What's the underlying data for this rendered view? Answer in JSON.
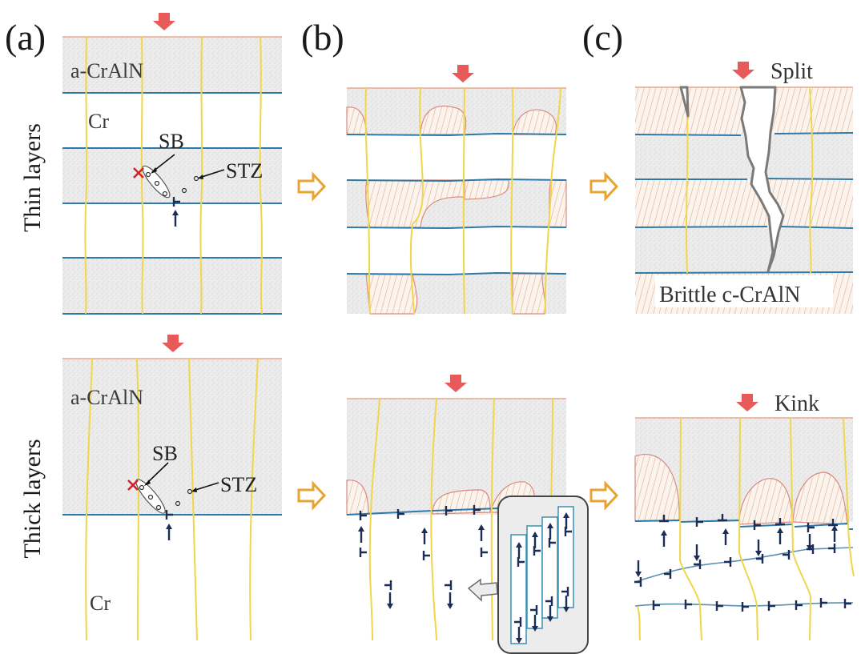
{
  "figure": {
    "panels": [
      {
        "id": "a",
        "label": "(a)"
      },
      {
        "id": "b",
        "label": "(b)"
      },
      {
        "id": "c",
        "label": "(c)"
      }
    ],
    "rows": [
      {
        "id": "thin",
        "label": "Thin layers"
      },
      {
        "id": "thick",
        "label": "Thick layers"
      }
    ],
    "materials": {
      "amorphous": "a-CrAlN",
      "metal": "Cr",
      "brittle": "Brittle c-CrAlN"
    },
    "annotations": {
      "shear_band": "SB",
      "stz": "STZ"
    },
    "failure_modes": {
      "thin": "Split",
      "thick": "Kink"
    },
    "icons": {
      "load": "load-arrow-icon",
      "step": "process-arrow-icon",
      "crack_origin": "cross-icon",
      "dislocation": "edge-dislocation-icon",
      "inset_pointer": "inset-pointer-arrow-icon"
    },
    "colors": {
      "load_arrow": "#e85a5a",
      "process_arrow": "#e8a330",
      "grain_boundary": "#f0d64a",
      "interface": "#2f78a8",
      "dislocation": "#1c2d55",
      "crystallized_region": "#e8a98c",
      "crack_origin": "#d0222a",
      "crack": "#7a7a7a",
      "stipple_bg": "#e9e9e9"
    }
  }
}
